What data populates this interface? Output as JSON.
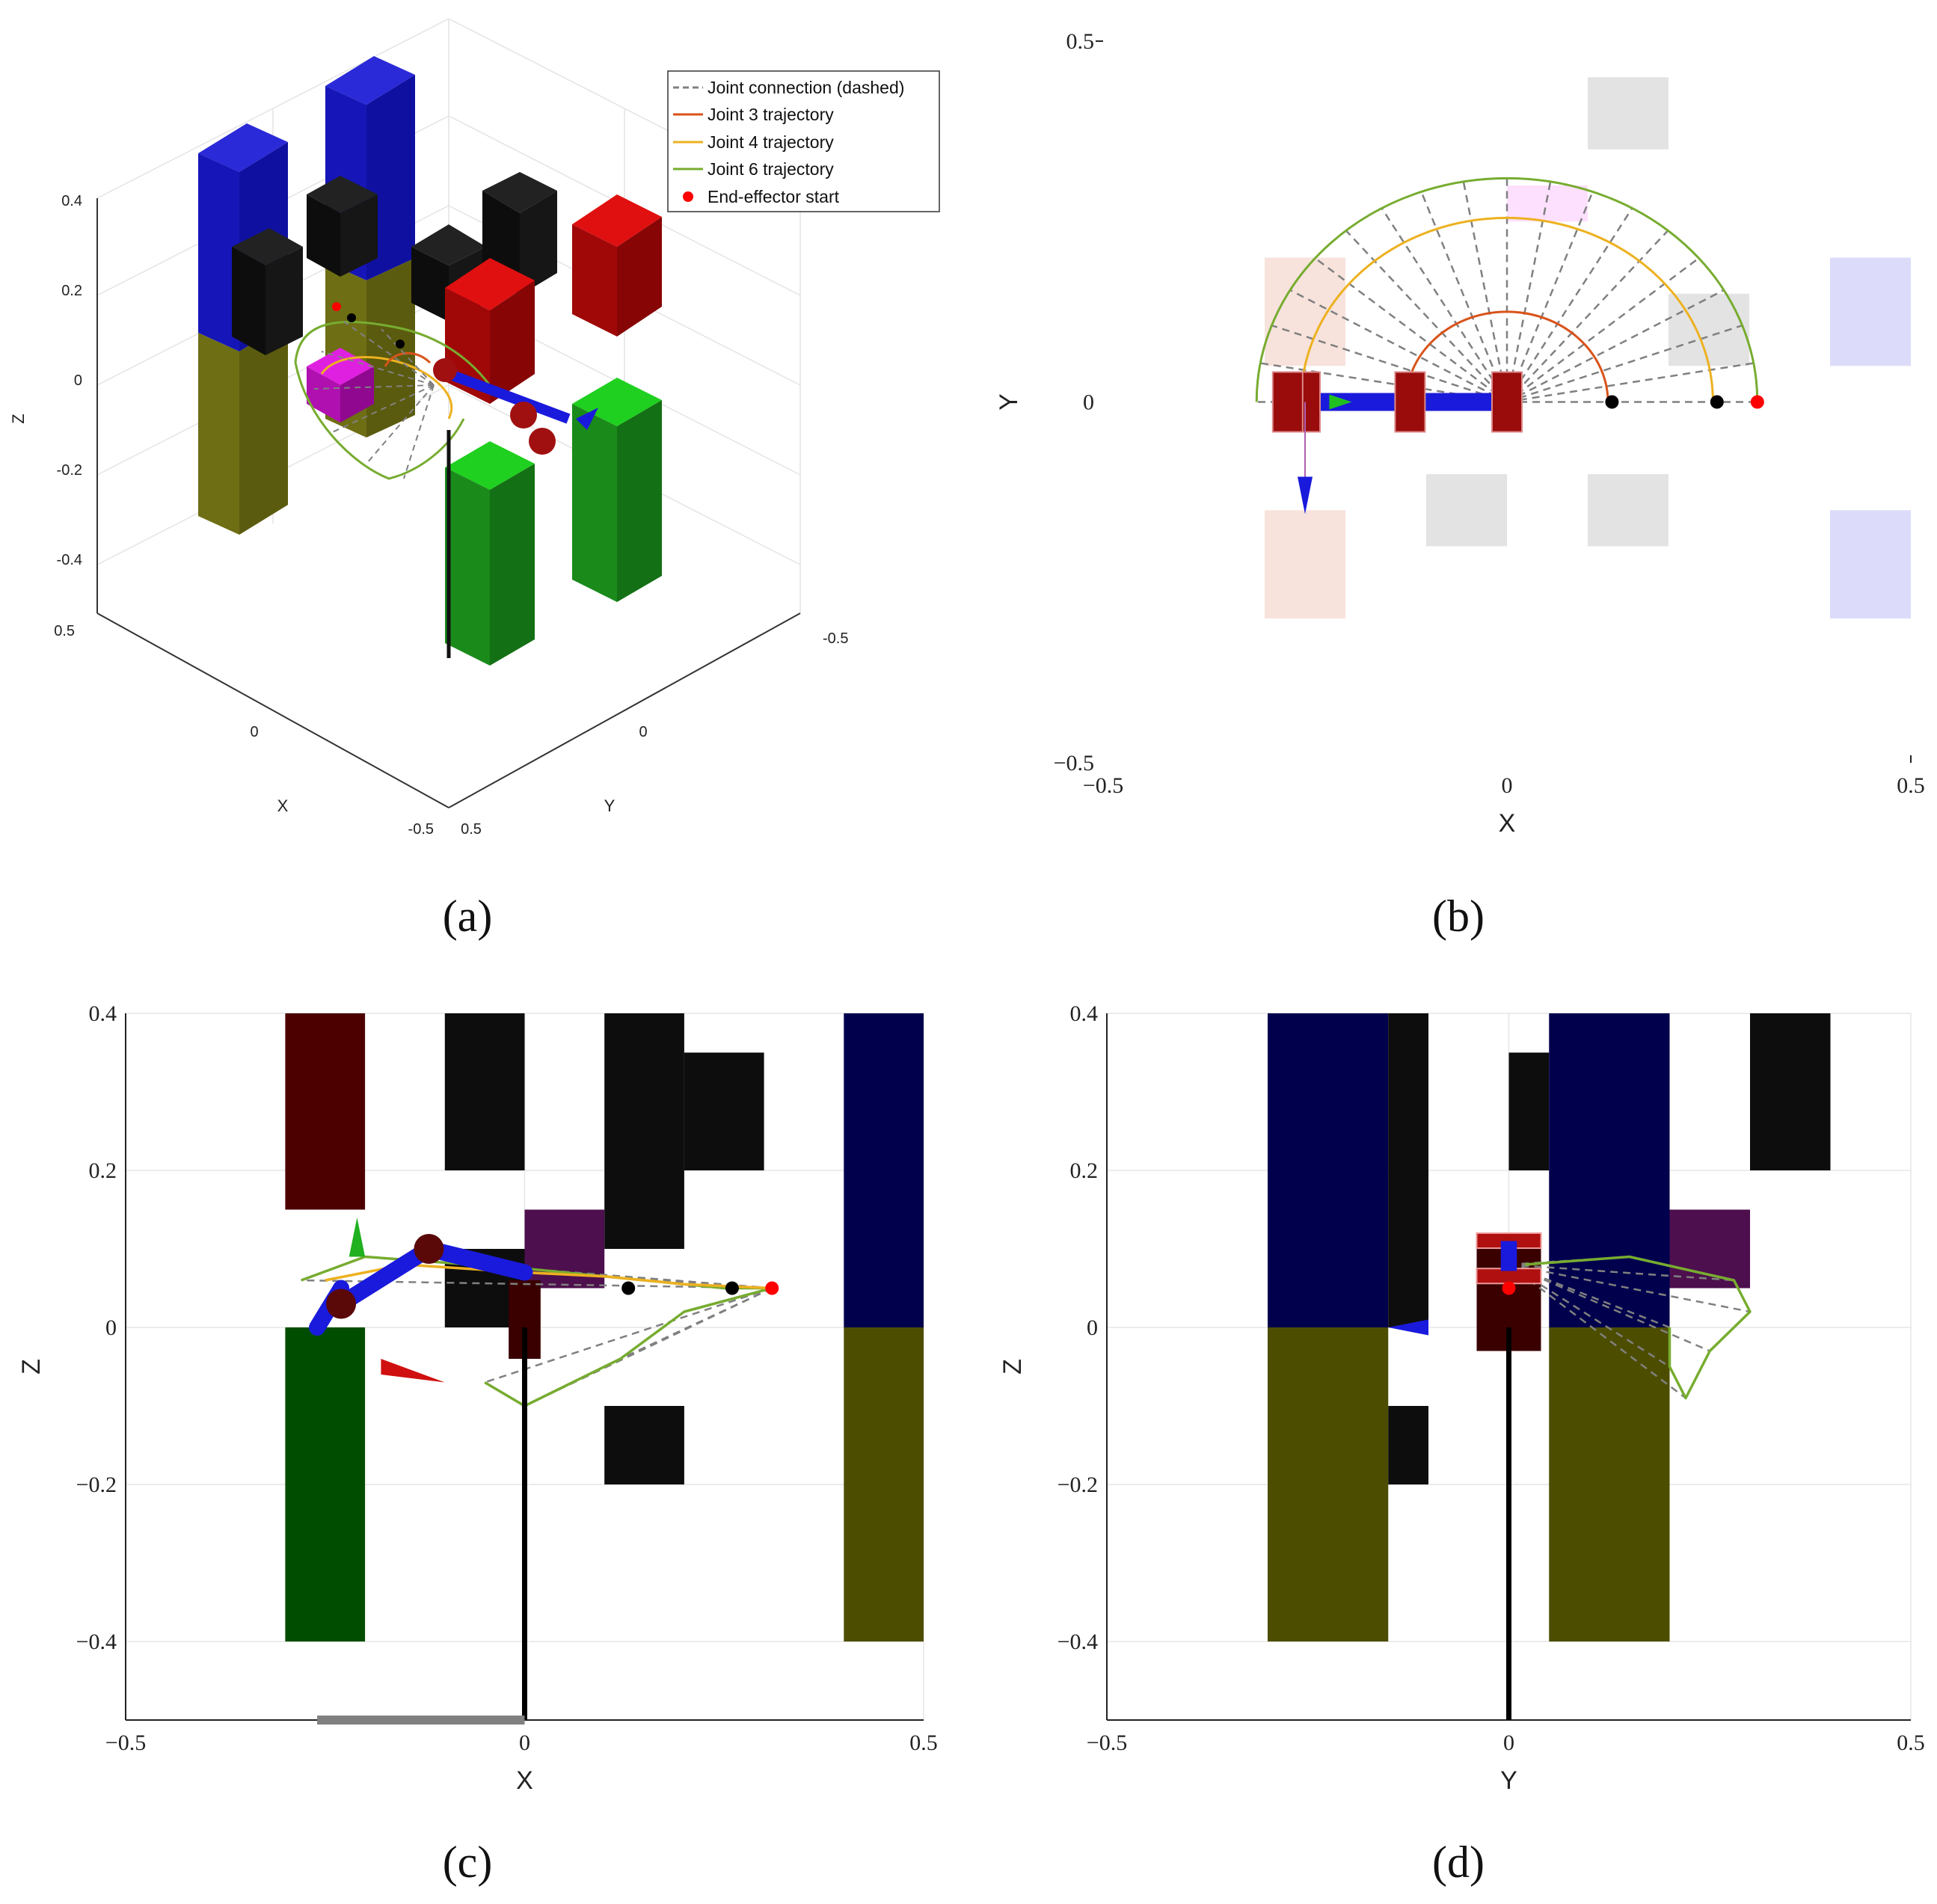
{
  "captions": [
    "(a)",
    "(b)",
    "(c)",
    "(d)"
  ],
  "legend": {
    "entries": [
      {
        "label": "Joint connection (dashed)",
        "color": "#808080",
        "style": "dashed"
      },
      {
        "label": "Joint 3 trajectory",
        "color": "#D95319",
        "style": "line"
      },
      {
        "label": "Joint 4 trajectory",
        "color": "#EDB120",
        "style": "line"
      },
      {
        "label": "Joint 6 trajectory",
        "color": "#77AC30",
        "style": "line"
      },
      {
        "label": "End-effector start",
        "color": "#FF0000",
        "style": "dot"
      }
    ]
  },
  "chart_data": [
    {
      "id": "a",
      "type": "scatter",
      "view": "3d",
      "xlabel": "X",
      "ylabel": "Y",
      "zlabel": "Z",
      "xlim": [
        -0.5,
        0.5
      ],
      "ylim": [
        -0.5,
        0.5
      ],
      "zlim": [
        -0.5,
        0.4
      ],
      "x_ticks": [
        "0.5",
        "0",
        "-0.5"
      ],
      "y_ticks": [
        "0.5",
        "0",
        "-0.5"
      ],
      "z_ticks": [
        "0.4",
        "0.2",
        "0",
        "-0.2",
        "-0.4"
      ],
      "grid": true,
      "legend_position": "top-right",
      "joint_3_trajectory": [
        [
          -0.125,
          0.0,
          0.05
        ],
        [
          -0.08,
          0.09,
          0.05
        ],
        [
          0.0,
          0.125,
          0.05
        ],
        [
          0.09,
          0.09,
          0.05
        ],
        [
          0.125,
          0.0,
          0.05
        ]
      ],
      "joint_6_trajectory": [
        [
          -0.3,
          0.0,
          0.05
        ],
        [
          -0.2,
          0.22,
          0.06
        ],
        [
          0.0,
          0.31,
          0.07
        ],
        [
          0.22,
          0.22,
          0.04
        ],
        [
          0.31,
          0.0,
          0.05
        ]
      ],
      "end_effector_start": [
        0.31,
        0.0,
        0.05
      ]
    },
    {
      "id": "b",
      "type": "line",
      "view": "top",
      "xlabel": "X",
      "ylabel": "Y",
      "xlim": [
        -0.5,
        0.5
      ],
      "ylim": [
        -0.5,
        0.5
      ],
      "x_ticks": [
        -0.5,
        0,
        0.5
      ],
      "y_ticks": [
        -0.5,
        0,
        0.5
      ],
      "tick_labels_x": [
        "−0.5",
        "0",
        "0.5"
      ],
      "tick_labels_y": [
        "−0.5",
        "0",
        "0.5"
      ],
      "grid": false,
      "obstacles": [
        {
          "x": [
            0.1,
            0.2
          ],
          "y": [
            0.35,
            0.45
          ],
          "color": "#e3e3e3"
        },
        {
          "x": [
            0.0,
            0.1
          ],
          "y": [
            0.25,
            0.3
          ],
          "color": "#fde0fd"
        },
        {
          "x": [
            0.2,
            0.3
          ],
          "y": [
            0.05,
            0.15
          ],
          "color": "#e3e3e3"
        },
        {
          "x": [
            0.4,
            0.5
          ],
          "y": [
            0.05,
            0.2
          ],
          "color": "#dcdcfa"
        },
        {
          "x": [
            -0.3,
            -0.2
          ],
          "y": [
            0.05,
            0.2
          ],
          "color": "#f7e3dc"
        },
        {
          "x": [
            -0.3,
            -0.2
          ],
          "y": [
            -0.3,
            -0.15
          ],
          "color": "#f7e3dc"
        },
        {
          "x": [
            -0.1,
            0.0
          ],
          "y": [
            -0.2,
            -0.1
          ],
          "color": "#e3e3e3"
        },
        {
          "x": [
            0.1,
            0.2
          ],
          "y": [
            -0.2,
            -0.1
          ],
          "color": "#e3e3e3"
        },
        {
          "x": [
            0.4,
            0.5
          ],
          "y": [
            -0.3,
            -0.15
          ],
          "color": "#dcdcfa"
        }
      ],
      "joint_3_radius": 0.125,
      "joint_4_radius": 0.255,
      "joint_6_radius": 0.31,
      "joint_markers": [
        [
          0.13,
          0.0
        ],
        [
          0.26,
          0.0
        ]
      ],
      "end_effector_start": [
        0.31,
        0.0
      ]
    },
    {
      "id": "c",
      "type": "line",
      "view": "front",
      "xlabel": "X",
      "ylabel": "Z",
      "xlim": [
        -0.5,
        0.5
      ],
      "ylim": [
        -0.5,
        0.4
      ],
      "x_ticks": [
        -0.5,
        0,
        0.5
      ],
      "y_ticks": [
        -0.4,
        -0.2,
        0,
        0.2,
        0.4
      ],
      "tick_labels_x": [
        "−0.5",
        "0",
        "0.5"
      ],
      "tick_labels_y": [
        "−0.4",
        "−0.2",
        "0",
        "0.2",
        "0.4"
      ],
      "grid": true,
      "obstacles": [
        {
          "x": [
            -0.3,
            -0.2
          ],
          "y": [
            0.15,
            0.4
          ],
          "color": "#4c0000"
        },
        {
          "x": [
            -0.1,
            0.0
          ],
          "y": [
            0.2,
            0.4
          ],
          "color": "#0d0d0d"
        },
        {
          "x": [
            0.1,
            0.2
          ],
          "y": [
            0.1,
            0.4
          ],
          "color": "#0d0d0d"
        },
        {
          "x": [
            0.2,
            0.3
          ],
          "y": [
            0.2,
            0.35
          ],
          "color": "#0d0d0d"
        },
        {
          "x": [
            0.4,
            0.5
          ],
          "y": [
            0.0,
            0.4
          ],
          "color": "#00004d"
        },
        {
          "x": [
            0.4,
            0.5
          ],
          "y": [
            -0.4,
            0.0
          ],
          "color": "#4d4d00"
        },
        {
          "x": [
            -0.3,
            -0.2
          ],
          "y": [
            -0.4,
            0.0
          ],
          "color": "#004d00"
        },
        {
          "x": [
            0.0,
            0.1
          ],
          "y": [
            0.05,
            0.15
          ],
          "color": "#4d0f4d"
        },
        {
          "x": [
            -0.1,
            0.0
          ],
          "y": [
            0.0,
            0.1
          ],
          "color": "#0d0d0d"
        },
        {
          "x": [
            0.1,
            0.2
          ],
          "y": [
            -0.2,
            -0.1
          ],
          "color": "#0d0d0d"
        },
        {
          "x": [
            -0.02,
            0.02
          ],
          "y": [
            -0.04,
            0.06
          ],
          "color": "#3a0000"
        }
      ],
      "joint_4_trajectory": [
        [
          -0.25,
          0.06
        ],
        [
          -0.15,
          0.08
        ],
        [
          0.0,
          0.07
        ],
        [
          0.1,
          0.065
        ],
        [
          0.2,
          0.055
        ],
        [
          0.31,
          0.05
        ]
      ],
      "joint_6_trajectory": [
        [
          -0.28,
          0.06
        ],
        [
          -0.2,
          0.09
        ],
        [
          0.0,
          0.075
        ],
        [
          0.15,
          0.06
        ],
        [
          0.25,
          0.05
        ],
        [
          0.31,
          0.05
        ],
        [
          0.2,
          0.02
        ],
        [
          0.12,
          -0.04
        ],
        [
          0.0,
          -0.1
        ],
        [
          -0.05,
          -0.07
        ]
      ],
      "joint_markers": [
        [
          0.13,
          0.05
        ],
        [
          0.26,
          0.05
        ]
      ],
      "end_effector_start": [
        0.31,
        0.05
      ]
    },
    {
      "id": "d",
      "type": "line",
      "view": "side",
      "xlabel": "Y",
      "ylabel": "Z",
      "xlim": [
        -0.5,
        0.5
      ],
      "ylim": [
        -0.5,
        0.4
      ],
      "x_ticks": [
        -0.5,
        0,
        0.5
      ],
      "y_ticks": [
        -0.4,
        -0.2,
        0,
        0.2,
        0.4
      ],
      "tick_labels_x": [
        "−0.5",
        "0",
        "0.5"
      ],
      "tick_labels_y": [
        "−0.4",
        "−0.2",
        "0",
        "0.2",
        "0.4"
      ],
      "grid": true,
      "obstacles": [
        {
          "x": [
            -0.3,
            -0.15
          ],
          "y": [
            0.0,
            0.4
          ],
          "color": "#00004d"
        },
        {
          "x": [
            -0.15,
            -0.1
          ],
          "y": [
            0.0,
            0.4
          ],
          "color": "#0d0d0d"
        },
        {
          "x": [
            0.0,
            0.05
          ],
          "y": [
            0.2,
            0.35
          ],
          "color": "#0d0d0d"
        },
        {
          "x": [
            0.05,
            0.2
          ],
          "y": [
            0.0,
            0.4
          ],
          "color": "#00004d"
        },
        {
          "x": [
            0.3,
            0.4
          ],
          "y": [
            0.2,
            0.4
          ],
          "color": "#0d0d0d"
        },
        {
          "x": [
            0.2,
            0.3
          ],
          "y": [
            0.05,
            0.15
          ],
          "color": "#4d0f4d"
        },
        {
          "x": [
            -0.3,
            -0.15
          ],
          "y": [
            -0.4,
            0.0
          ],
          "color": "#4d4d00"
        },
        {
          "x": [
            0.05,
            0.2
          ],
          "y": [
            -0.4,
            0.0
          ],
          "color": "#4d4d00"
        },
        {
          "x": [
            -0.15,
            -0.1
          ],
          "y": [
            -0.2,
            -0.1
          ],
          "color": "#0d0d0d"
        },
        {
          "x": [
            -0.04,
            0.04
          ],
          "y": [
            -0.03,
            0.12
          ],
          "color": "#3a0000"
        }
      ],
      "joint_6_trajectory": [
        [
          0.02,
          0.08
        ],
        [
          0.15,
          0.09
        ],
        [
          0.28,
          0.06
        ],
        [
          0.3,
          0.02
        ],
        [
          0.25,
          -0.03
        ],
        [
          0.22,
          -0.09
        ],
        [
          0.2,
          -0.05
        ],
        [
          0.2,
          0.0
        ]
      ],
      "end_effector_start": [
        0.0,
        0.05
      ]
    }
  ]
}
